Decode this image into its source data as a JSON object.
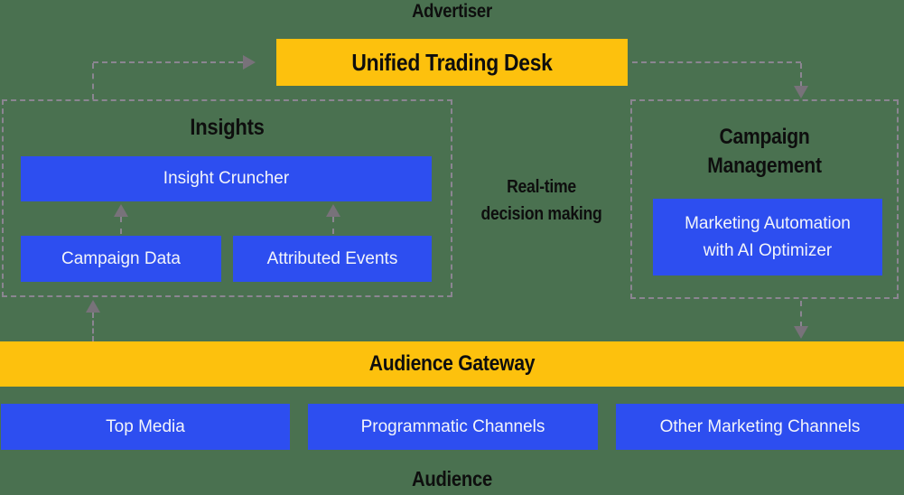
{
  "colors": {
    "background": "#4a7150",
    "yellow": "#fdc10d",
    "blue": "#2d4ef0",
    "dashed_line": "#8b8591",
    "arrowhead": "#78727a",
    "heading_text": "#0e0e0e",
    "box_text": "#f2f4fa"
  },
  "top": {
    "advertiser_label": "Advertiser",
    "unified_trading_desk_label": "Unified Trading Desk"
  },
  "insights": {
    "title": "Insights",
    "insight_cruncher_label": "Insight Cruncher",
    "campaign_data_label": "Campaign Data",
    "attributed_events_label": "Attributed Events"
  },
  "middle": {
    "realtime_line1": "Real-time",
    "realtime_line2": "decision making"
  },
  "campaign_management": {
    "title_line1": "Campaign",
    "title_line2": "Management",
    "automation_line1": "Marketing Automation",
    "automation_line2": "with AI Optimizer"
  },
  "gateway": {
    "label": "Audience Gateway"
  },
  "channels": {
    "top_media_label": "Top Media",
    "programmatic_label": "Programmatic Channels",
    "other_label": "Other Marketing Channels"
  },
  "bottom": {
    "audience_label": "Audience"
  }
}
